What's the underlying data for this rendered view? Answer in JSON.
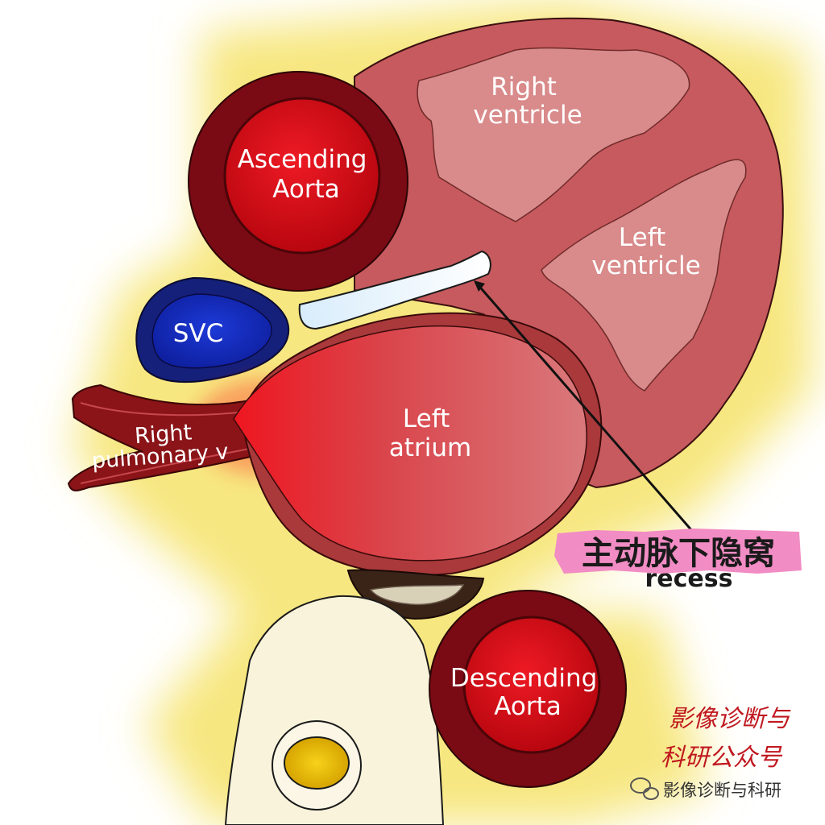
{
  "labels": {
    "right_ventricle": [
      "Right",
      "ventricle"
    ],
    "left_ventricle": [
      "Left",
      "ventricle"
    ],
    "ascending_aorta": [
      "Ascending",
      "Aorta"
    ],
    "svc": "SVC",
    "left_atrium": [
      "Left",
      "atrium"
    ],
    "right_pulmonary_vein": [
      "Right",
      "pulmonary v"
    ],
    "descending_aorta": [
      "Descending",
      "Aorta"
    ],
    "recess": "recess",
    "chinese_callout": "主动脉下隐窝"
  },
  "watermark": {
    "line1": "影像诊断与",
    "line2": "科研公众号",
    "account_name": "影像诊断与科研",
    "account_icon": "wechat-icon"
  },
  "colors": {
    "heart": "#c75a5e",
    "chamber_fill": "#d98a8a",
    "aorta_outer": "#7a0a14",
    "aorta_inner": "#d0101c",
    "svc": "#15207a",
    "callout_bg": "#f28cc4",
    "glow": "#f6e05a",
    "vertebra": "#faf3dc"
  }
}
